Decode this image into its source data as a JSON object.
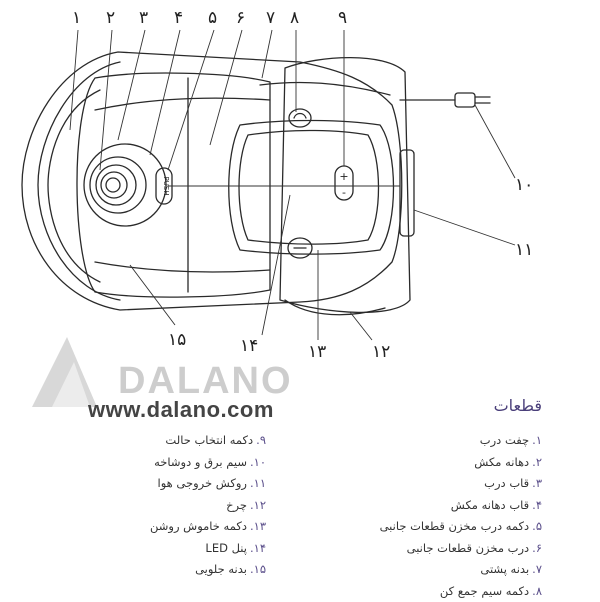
{
  "callout_numbers": [
    "۱",
    "۲",
    "۳",
    "۴",
    "۵",
    "۶",
    "۷",
    "۸",
    "۹",
    "۱۰",
    "۱۱",
    "۱۲",
    "۱۳",
    "۱۴",
    "۱۵"
  ],
  "device_labels": {
    "push": "PUSH",
    "plus": "+",
    "minus": "-"
  },
  "watermark": {
    "brand": "DALANO",
    "url": "www.dalano.com"
  },
  "parts": {
    "title": "قطعات",
    "right_column": [
      {
        "num": "۱.",
        "label": "چفت درب"
      },
      {
        "num": "۲.",
        "label": "دهانه مکش"
      },
      {
        "num": "۳.",
        "label": "قاب درب"
      },
      {
        "num": "۴.",
        "label": "قاب دهانه مکش"
      },
      {
        "num": "۵.",
        "label": "دکمه درب مخزن قطعات جانبی"
      },
      {
        "num": "۶.",
        "label": "درب مخزن قطعات جانبی"
      },
      {
        "num": "۷.",
        "label": "بدنه پشتی"
      },
      {
        "num": "۸.",
        "label": "دکمه سیم جمع کن"
      }
    ],
    "left_column": [
      {
        "num": "۹.",
        "label": "دکمه انتخاب حالت"
      },
      {
        "num": "۱۰.",
        "label": "سیم برق و دوشاخه"
      },
      {
        "num": "۱۱.",
        "label": "روکش خروجی هوا"
      },
      {
        "num": "۱۲.",
        "label": "چرخ"
      },
      {
        "num": "۱۳.",
        "label": "دکمه خاموش روشن"
      },
      {
        "num": "۱۴.",
        "label": "پنل LED"
      },
      {
        "num": "۱۵.",
        "label": "بدنه جلویی"
      }
    ]
  }
}
